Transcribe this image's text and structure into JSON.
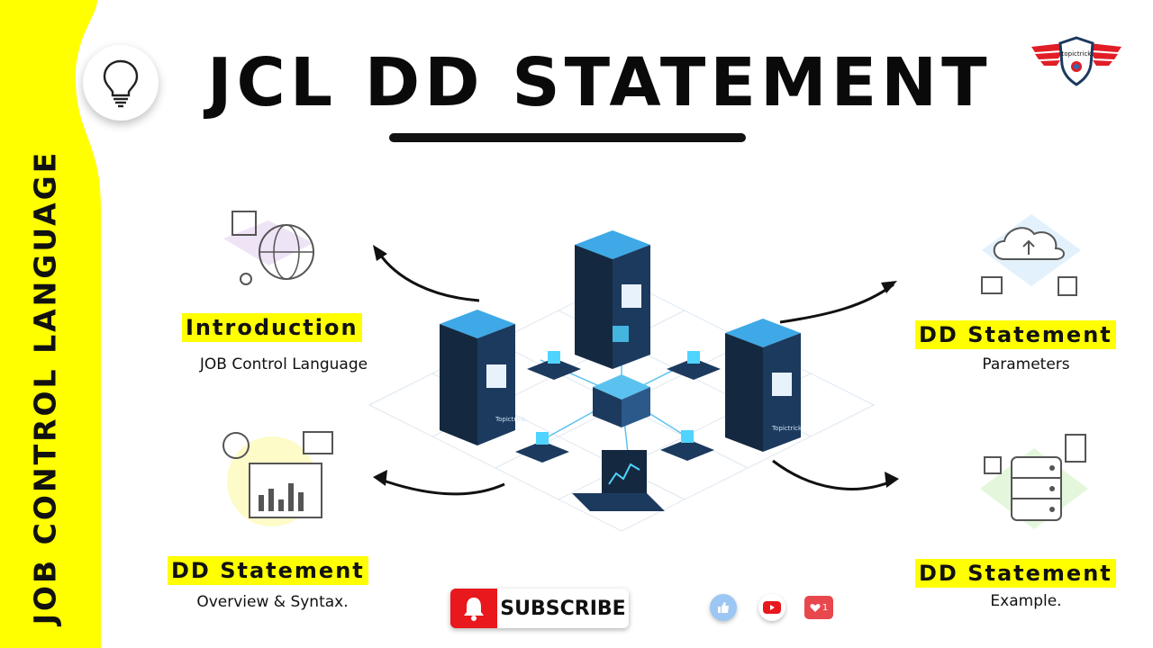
{
  "side_title": "JOB CONTROL LANGUAGE",
  "main_title": "JCL DD STATEMENT",
  "logo_text": "topictrick",
  "server_brand": "Topictrick",
  "cards": [
    {
      "label": "Introduction",
      "sub": "JOB Control Language"
    },
    {
      "label": "DD Statement",
      "sub": "Overview & Syntax."
    },
    {
      "label": "DD Statement",
      "sub": "Parameters"
    },
    {
      "label": "DD Statement",
      "sub": "Example."
    }
  ],
  "subscribe_label": "SUBSCRIBE",
  "notification_count": "1",
  "colors": {
    "accent_yellow": "#ffff00",
    "subscribe_red": "#e8181d",
    "server_navy": "#1c3a5e",
    "server_top": "#3ea9e6"
  },
  "icons": [
    "lightbulb-icon",
    "bell-icon",
    "thumbs-up-icon",
    "youtube-icon",
    "heart-icon"
  ]
}
